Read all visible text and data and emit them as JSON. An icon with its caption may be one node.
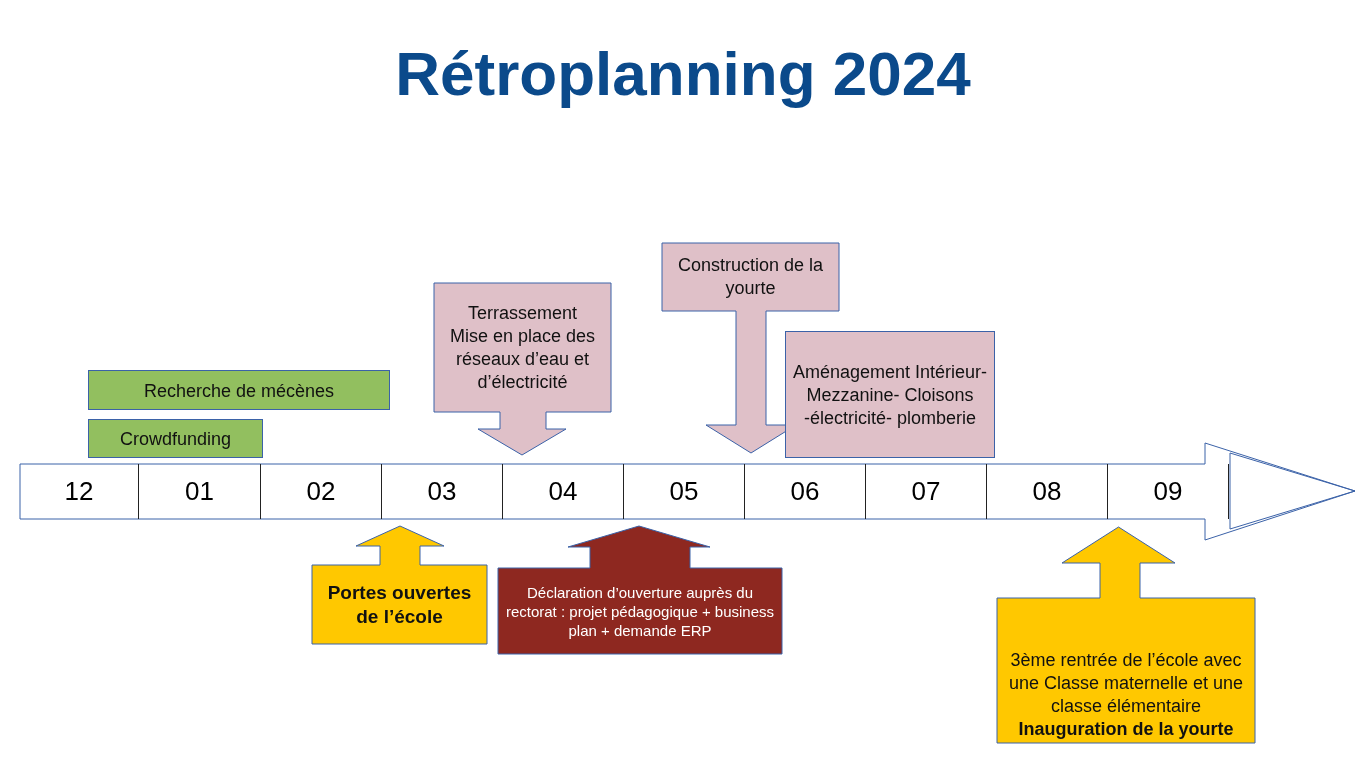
{
  "diagram": {
    "title": "Rétroplanning 2024",
    "nodes": [
      {
        "text": [],
        "shape": "arrow"
      },
      {
        "text": [
          "12"
        ],
        "in": 0
      },
      {
        "text": [
          "01"
        ],
        "in": 0
      },
      {
        "text": [
          "02"
        ],
        "in": 0
      },
      {
        "text": [
          "03"
        ],
        "in": 0
      },
      {
        "text": [
          "04"
        ],
        "in": 0
      },
      {
        "text": [
          "05"
        ],
        "in": 0
      },
      {
        "text": [
          "06"
        ],
        "in": 0
      },
      {
        "text": [
          "07"
        ],
        "in": 0
      },
      {
        "text": [
          "08"
        ],
        "in": 0
      },
      {
        "text": [
          "09"
        ],
        "in": 0
      },
      {
        "text": [
          "Recherche de mécènes"
        ]
      },
      {
        "text": [
          "Crowdfunding"
        ]
      },
      {
        "text": [
          "Terrassement",
          "Mise en place des réseaux d’eau et d’électricité"
        ]
      },
      {
        "text": [
          "Construction de la yourte"
        ]
      },
      {
        "text": [
          "Aménagement Intérieur- Mezzanine- Cloisons -électricité- plomberie"
        ]
      },
      {
        "text": [
          "Portes ouvertes de l’école"
        ]
      },
      {
        "text": [
          "Déclaration d’ouverture auprès du rectorat : projet pédagogique + business plan + demande ERP"
        ]
      },
      {
        "text": [
          "3ème rentrée de l’école avec une Classe maternelle et une classe élémentaire",
          "Inauguration de la yourte"
        ]
      }
    ]
  }
}
